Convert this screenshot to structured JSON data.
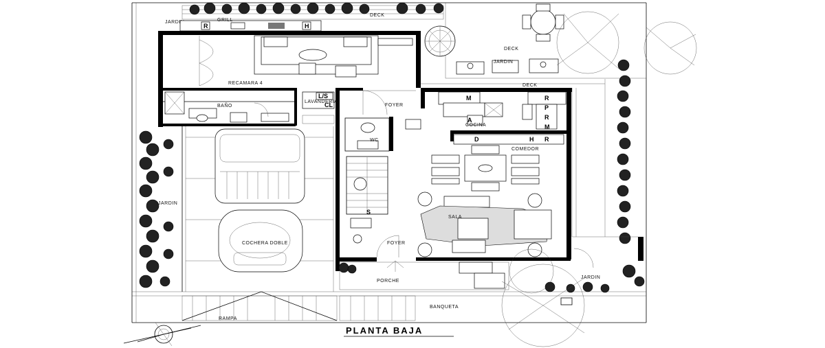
{
  "title": "PLANTA BAJA",
  "rooms": {
    "deck_top": "DECK",
    "jardin_top_left": "JARDIN",
    "grill": "GRILL",
    "grill_r": "R",
    "grill_h": "H",
    "deck_right_top": "DECK",
    "jardin_right_top": "JARDIN",
    "recamara": "RECAMARA 4",
    "deck_mid": "DECK",
    "bano": "BAÑO",
    "lavanderia": "LAVANDERIA",
    "lb": "L/S",
    "cl": "CL",
    "foyer_top": "FOYER",
    "cocina": "COCINA",
    "cocina_m1": "M",
    "cocina_m2": "M",
    "cocina_a": "A",
    "cocina_r1": "R",
    "cocina_r2": "R",
    "cocina_p": "P",
    "wc": "WC",
    "comedor": "COMEDOR",
    "comedor_d": "D",
    "comedor_h": "H",
    "comedor_r": "R",
    "sala": "SALA",
    "foyer_bottom": "FOYER",
    "s_mark": "S",
    "cochera": "COCHERA DOBLE",
    "jardin_left": "JARDIN",
    "porche": "PORCHE",
    "banqueta": "BANQUETA",
    "rampa": "RAMPA",
    "jardin_right_bottom": "JARDIN"
  }
}
